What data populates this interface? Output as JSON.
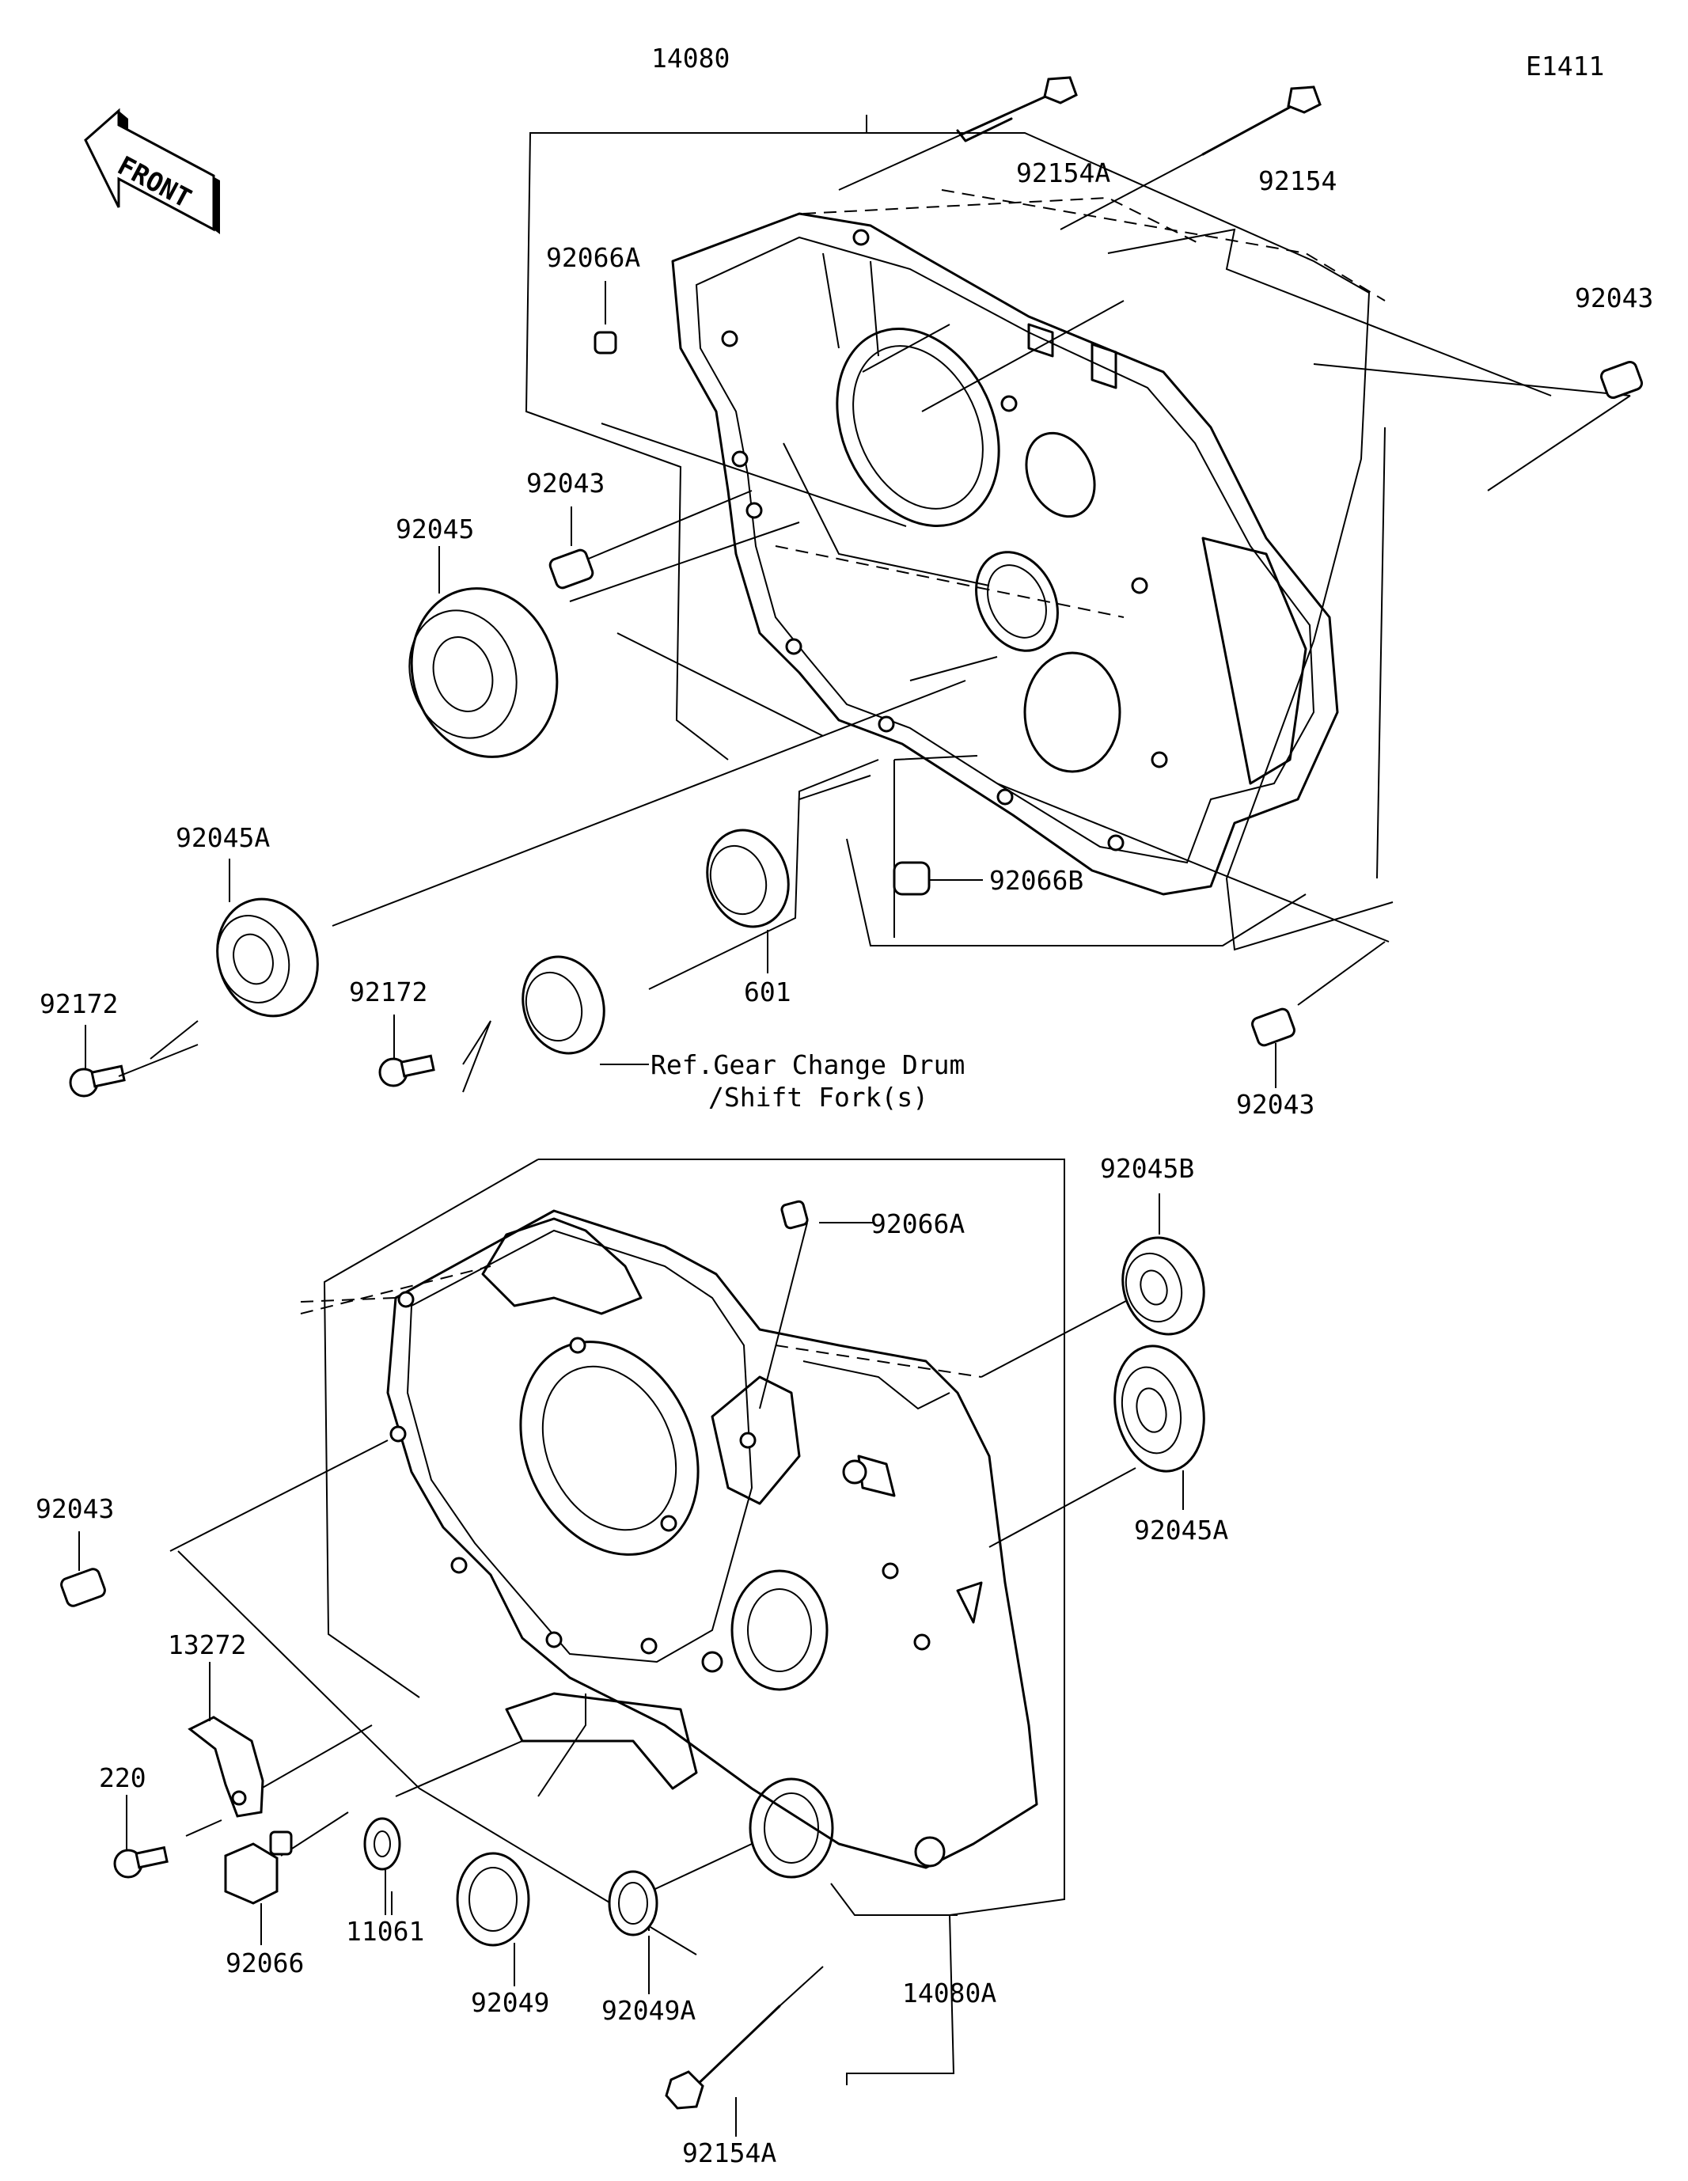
{
  "figure_code": "E1411",
  "front_badge": "FRONT",
  "upper_labels": {
    "crankcase_upper": "14080",
    "bolt_92154A": "92154A",
    "bolt_92154": "92154",
    "pin_92066A": "92066A",
    "dowel_right": "92043",
    "dowel_left": "92043",
    "bearing_92045": "92045",
    "bearing_92045A": "92045A",
    "screw_left": "92172",
    "screw_mid": "92172",
    "bearing_601": "601",
    "pin_92066B": "92066B",
    "dowel_low_right": "92043",
    "ref_line1": "Ref.Gear Change Drum",
    "ref_line2": "/Shift Fork(s)"
  },
  "lower_labels": {
    "pin_92066A": "92066A",
    "bearing_92045B": "92045B",
    "bearing_92045A": "92045A",
    "dowel_left": "92043",
    "bracket_13272": "13272",
    "screw_220": "220",
    "plug_92066": "92066",
    "washer_11061": "11061",
    "seal_92049": "92049",
    "seal_92049A": "92049A",
    "crankcase_lower": "14080A",
    "bolt_92154A": "92154A"
  }
}
